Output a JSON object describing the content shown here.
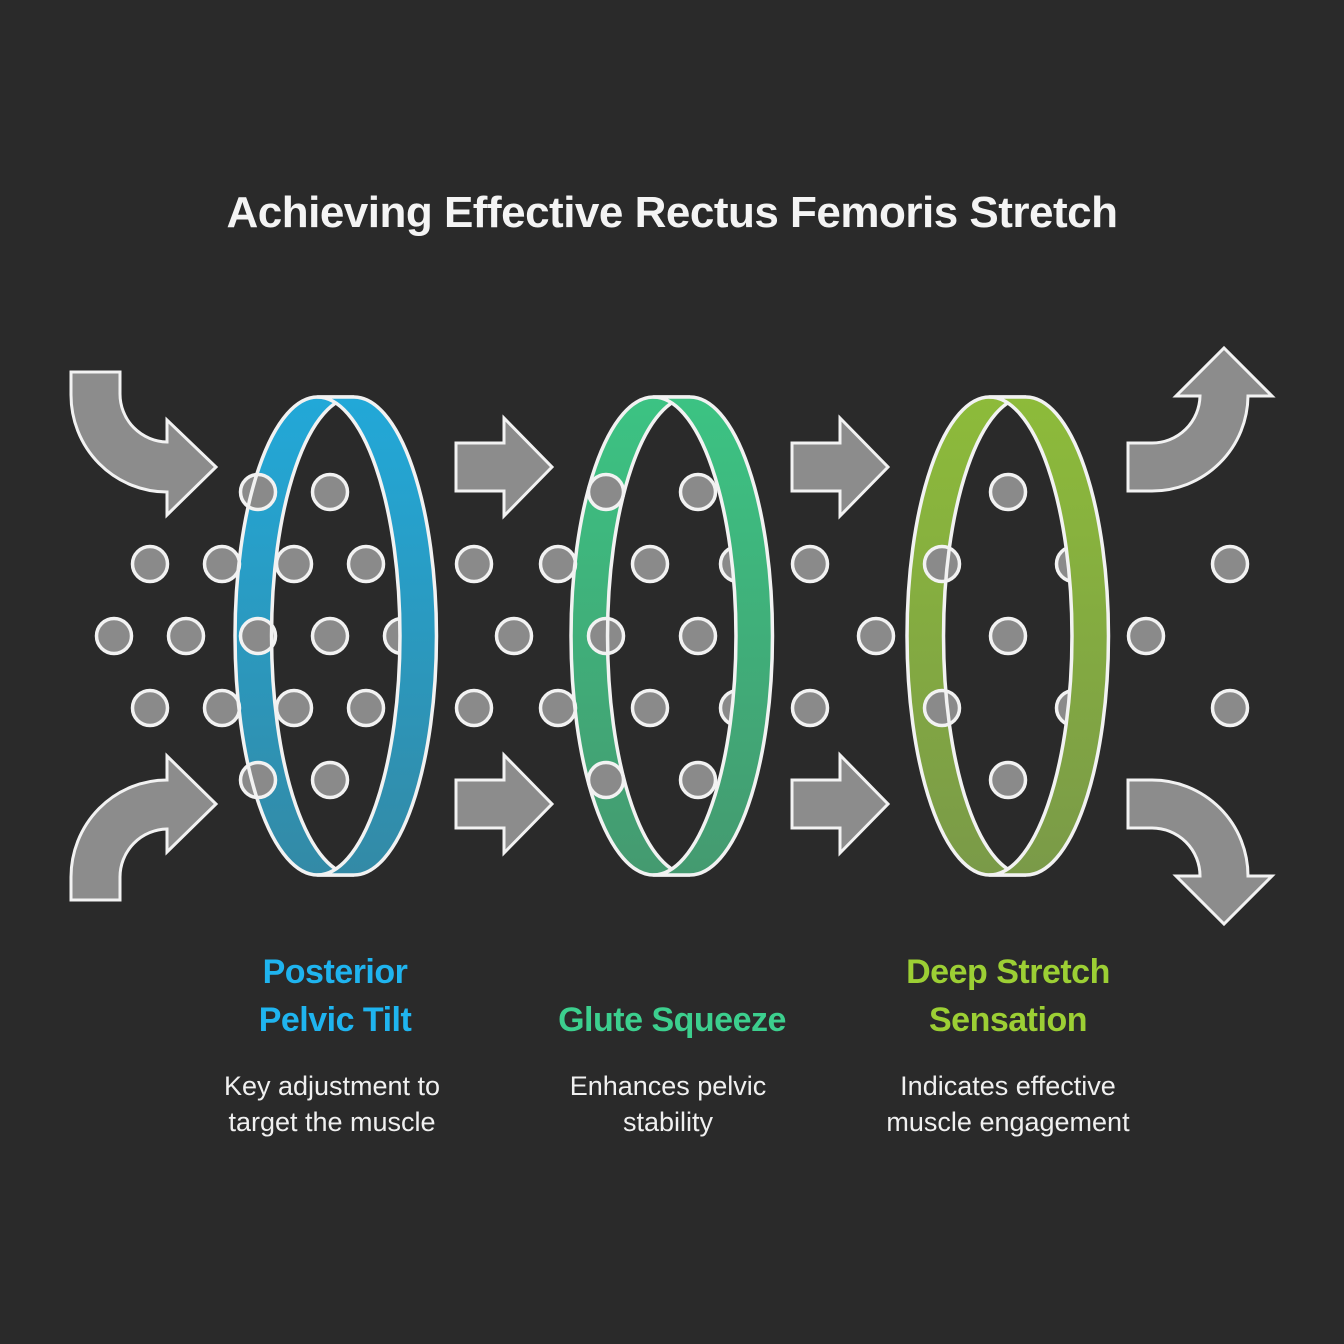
{
  "title": "Achieving Effective Rectus Femoris Stretch",
  "steps": [
    {
      "label_line1": "Posterior",
      "label_line2": "Pelvic Tilt",
      "desc_line1": "Key adjustment to",
      "desc_line2": "target the muscle",
      "color": "#1fb4ef",
      "ring_top": "#22a8d8",
      "ring_bottom": "#338aa6"
    },
    {
      "label_line1": "",
      "label_line2": "Glute Squeeze",
      "desc_line1": "Enhances pelvic",
      "desc_line2": "stability",
      "color": "#3ccf8e",
      "ring_top": "#3cc383",
      "ring_bottom": "#449a70"
    },
    {
      "label_line1": "Deep Stretch",
      "label_line2": "Sensation",
      "desc_line1": "Indicates effective",
      "desc_line2": "muscle engagement",
      "color": "#9ccf34",
      "ring_top": "#8dbb3a",
      "ring_bottom": "#7a9a48"
    }
  ],
  "icons": {
    "incoming": [
      "curved-arrow-in-top-icon",
      "curved-arrow-in-bottom-icon"
    ],
    "between": "right-arrow-icon",
    "outgoing": [
      "curved-arrow-out-top-icon",
      "curved-arrow-out-bottom-icon"
    ],
    "particle": "particle-dot-icon"
  },
  "colors": {
    "background": "#2a2a2a",
    "arrow_fill": "#8c8c8c",
    "outline": "#f2f2f2",
    "particle_fill": "#8a8a8a"
  }
}
